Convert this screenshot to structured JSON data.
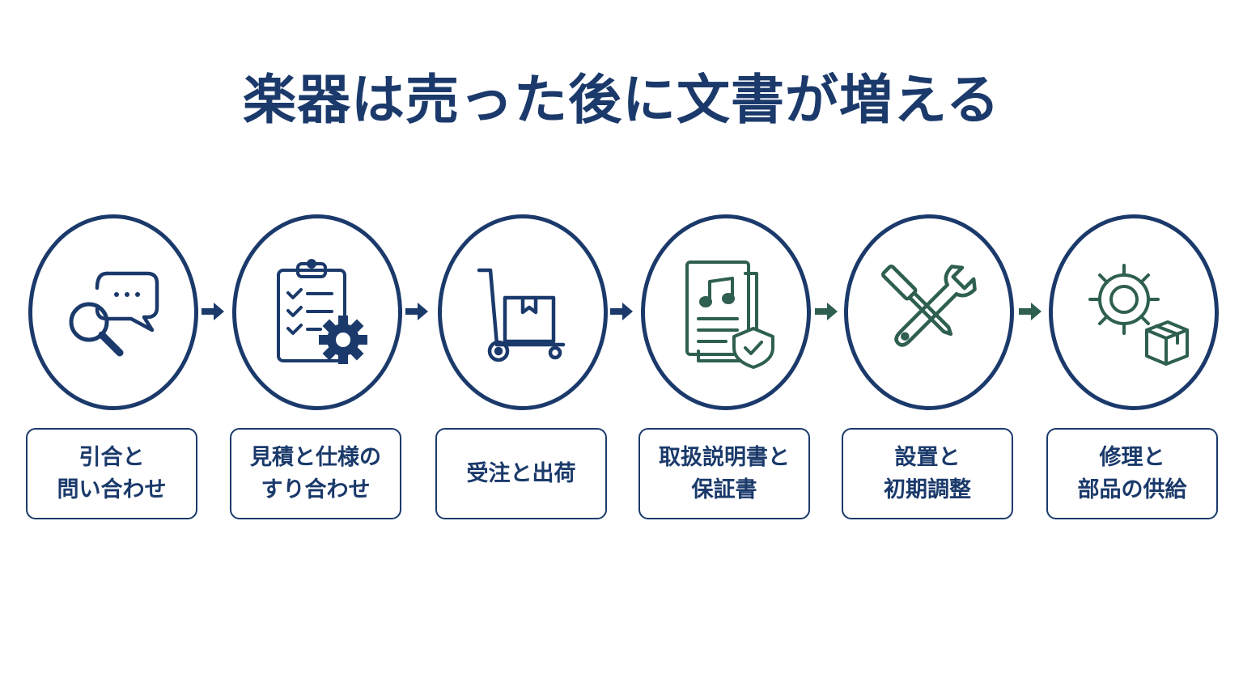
{
  "title": "楽器は売った後に文書が増える",
  "colors": {
    "navy": "#1b3a6b",
    "green": "#2e5f51"
  },
  "steps": [
    {
      "label": "引合と\n問い合わせ",
      "icon": "speech-bubble-magnifier-icon",
      "color": "navy"
    },
    {
      "label": "見積と仕様の\nすり合わせ",
      "icon": "clipboard-checklist-gear-icon",
      "color": "navy"
    },
    {
      "label": "受注と出荷",
      "icon": "hand-truck-box-icon",
      "color": "navy"
    },
    {
      "label": "取扱説明書と\n保証書",
      "icon": "music-document-shield-icon",
      "color": "green"
    },
    {
      "label": "設置と\n初期調整",
      "icon": "screwdriver-wrench-icon",
      "color": "green"
    },
    {
      "label": "修理と\n部品の供給",
      "icon": "gear-parts-box-icon",
      "color": "green"
    }
  ]
}
